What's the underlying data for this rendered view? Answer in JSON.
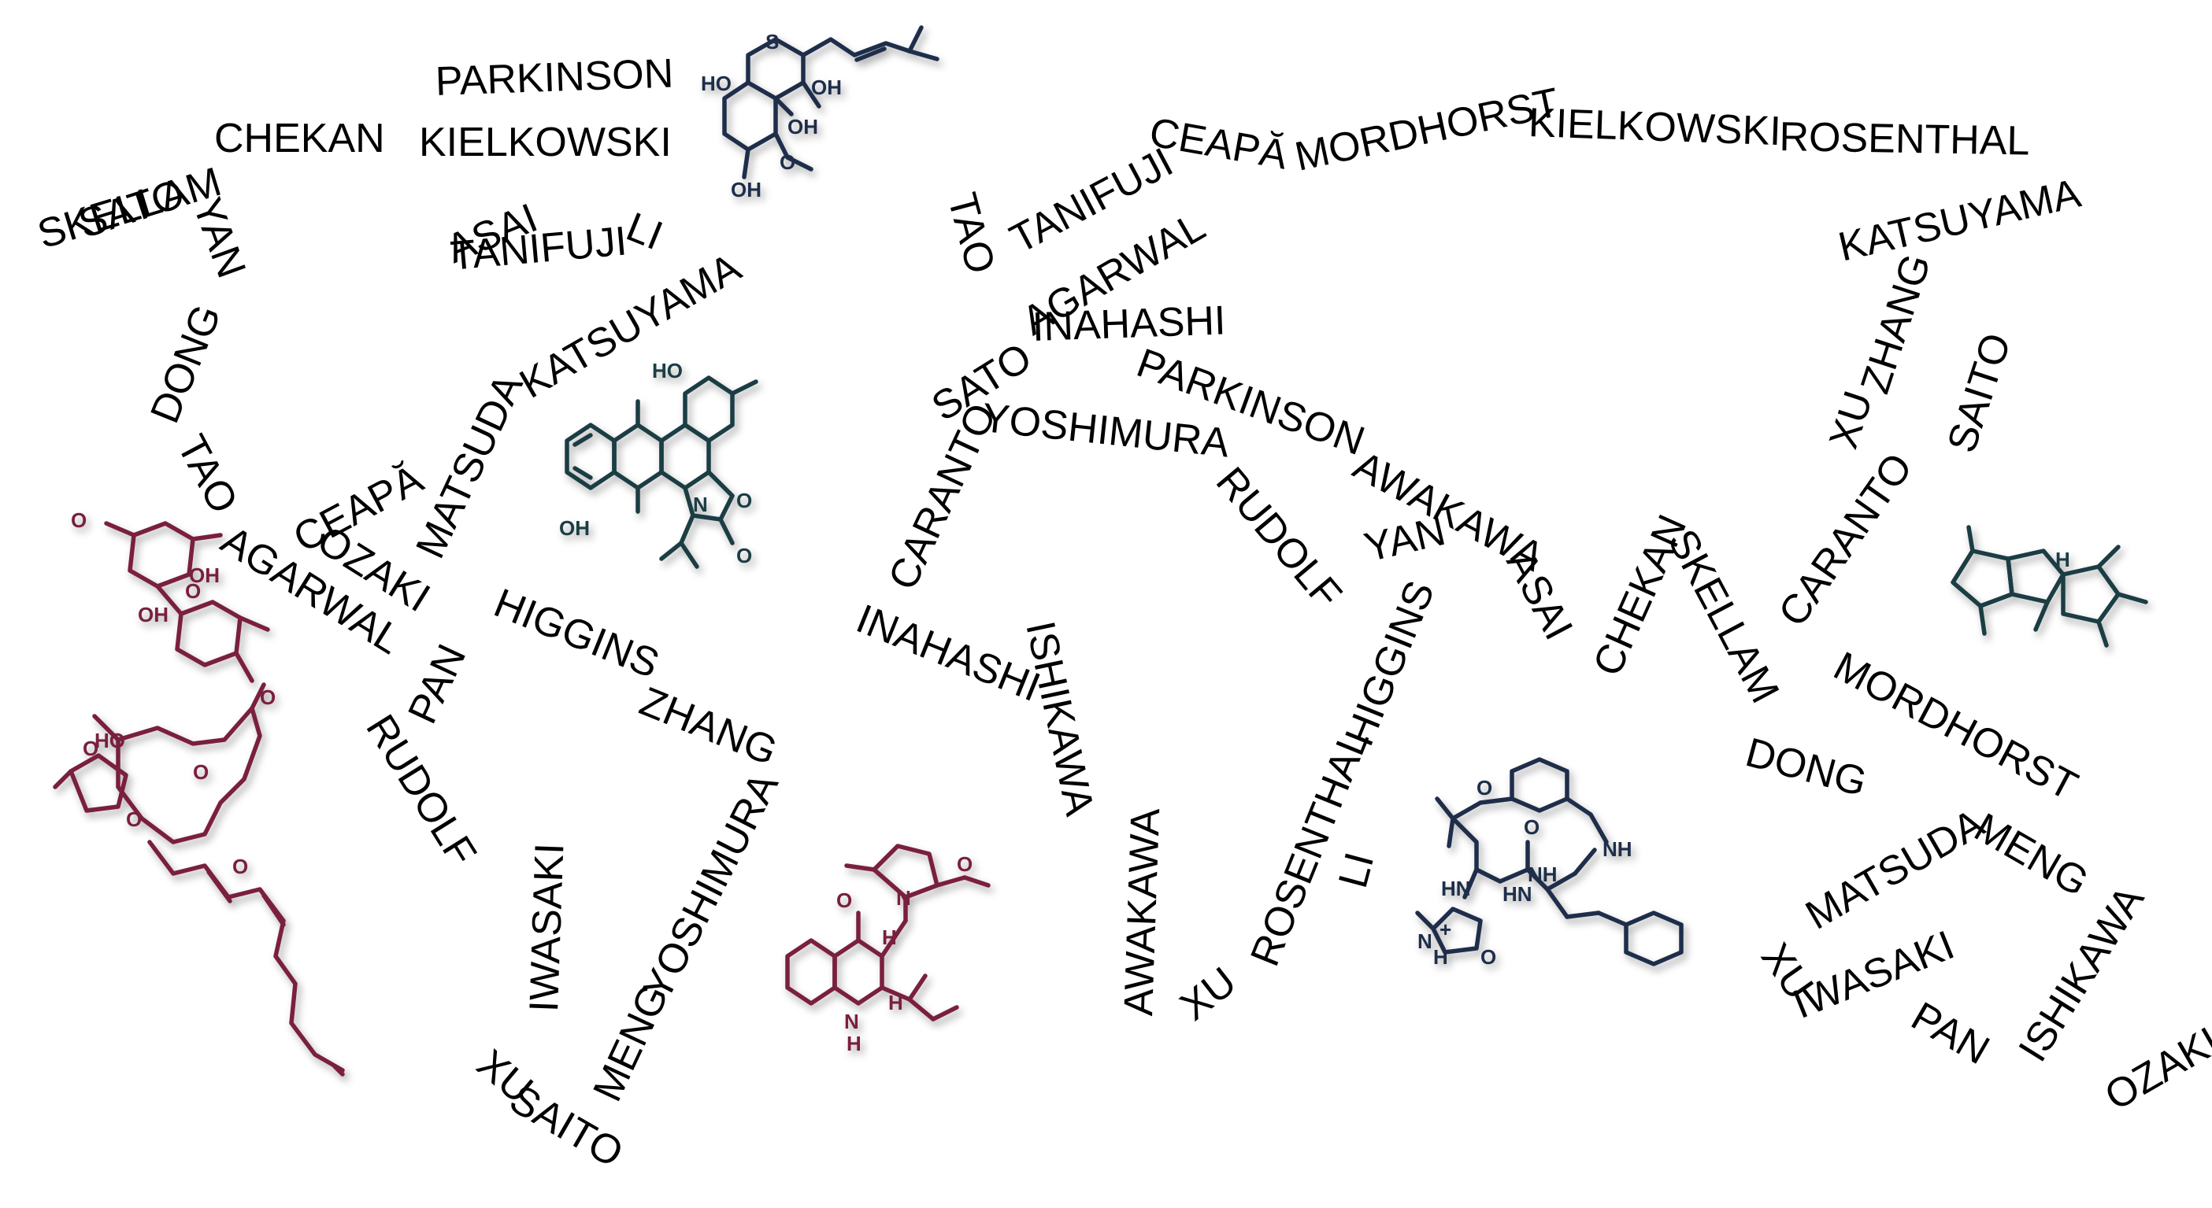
{
  "palette": {
    "text": "#000000",
    "navy": "#1e2e4a",
    "teal": "#1b3d44",
    "maroon": "#7a1f3d",
    "background": "#ffffff"
  },
  "names": [
    "SKELLAM",
    "CHEKAN",
    "PARKINSON",
    "KIELKOWSKI",
    "SATO",
    "YAN",
    "ASAI",
    "TANIFUJI",
    "LI",
    "DONG",
    "KATSUYAMA",
    "MATSUDA",
    "CEAPĂ",
    "TAO",
    "OZAKI",
    "AGARWAL",
    "PAN",
    "HIGGINS",
    "ZHANG",
    "RUDOLF",
    "YOSHIMURA",
    "IWASAKI",
    "MENG",
    "XU",
    "SAITO",
    "TAO",
    "TANIFUJI",
    "CEAPĂ",
    "MORDHORST",
    "KIELKOWSKI",
    "ROSENTHAL",
    "KATSUYAMA",
    "AGARWAL",
    "SATO",
    "INAHASHI",
    "PARKINSON",
    "CARANTO",
    "YOSHIMURA",
    "RUDOLF",
    "AWAKAWA",
    "YAN",
    "ASAI",
    "CHEKAN",
    "SKELLAM",
    "CARANTO",
    "SAITO",
    "XU",
    "ZHANG",
    "INAHASHI",
    "ISHIKAWA",
    "HIGGINS",
    "ROSENTHAL",
    "AWAKAWA",
    "XU",
    "LI",
    "MORDHORST",
    "DONG",
    "MATSUDA",
    "MENG",
    "XU",
    "IWASAKI",
    "PAN",
    "ISHIKAWA",
    "OZAKI"
  ],
  "structures": {
    "thiopyran_icon": {
      "name": "thiopyran-terpenoid-structure",
      "atoms": [
        "S",
        "HO",
        "OH",
        "OH",
        "OH",
        "O"
      ]
    },
    "anthraquinone_icon": {
      "name": "anthraquinone-alkaloid-structure",
      "atoms": [
        "HO",
        "OH",
        "N",
        "O",
        "O"
      ]
    },
    "macrolide_icon": {
      "name": "macrolide-glycoside-structure",
      "atoms": [
        "O",
        "OH",
        "OH",
        "O",
        "O",
        "HO",
        "O",
        "O",
        "O",
        "O"
      ]
    },
    "quinolone_icon": {
      "name": "quinolone-pyrrolidinone-structure",
      "atoms": [
        "O",
        "N",
        "O",
        "H",
        "N",
        "H",
        "H"
      ]
    },
    "peptide_icon": {
      "name": "cyclic-peptide-alkaloid-structure",
      "atoms": [
        "O",
        "NH",
        "HN",
        "HN",
        "NH",
        "O",
        "O",
        "N",
        "H",
        "+"
      ]
    },
    "terpene_icon": {
      "name": "spiro-terpene-structure",
      "atoms": [
        "H"
      ]
    }
  }
}
